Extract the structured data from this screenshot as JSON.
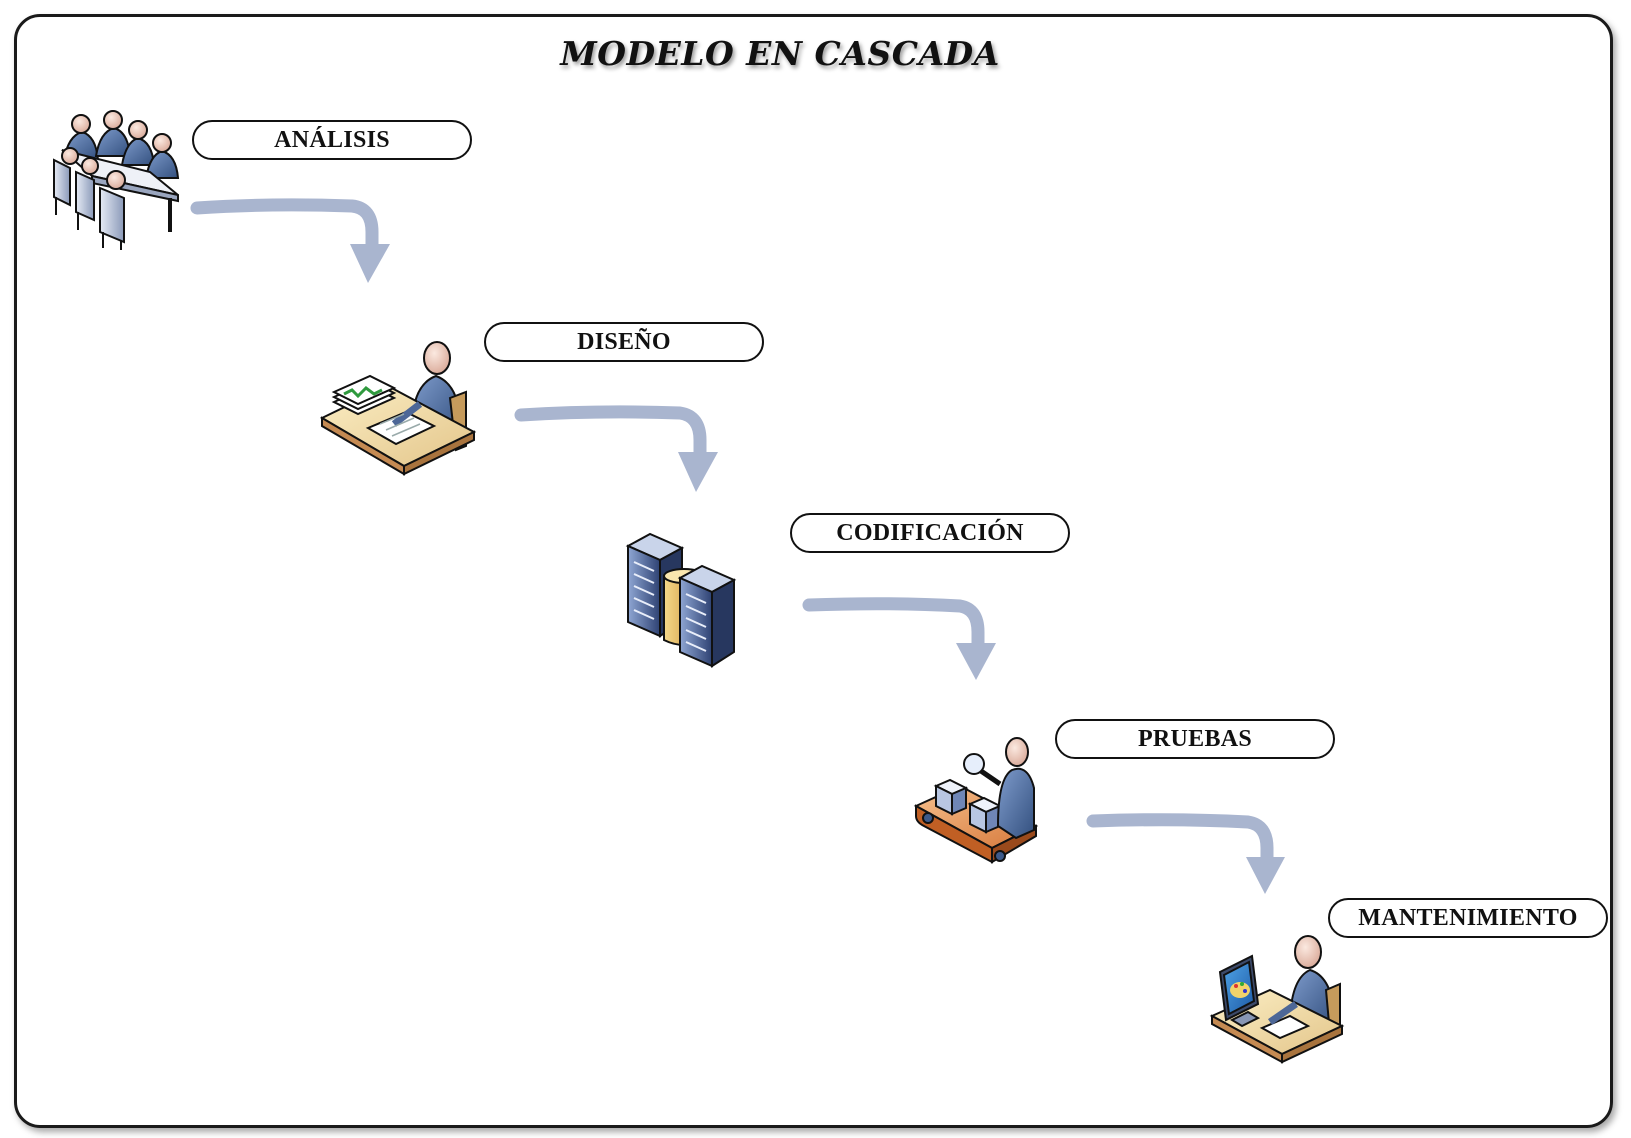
{
  "title": "MODELO EN CASCADA",
  "stages": [
    {
      "label": "ANÁLISIS",
      "icon": "meeting-table-icon"
    },
    {
      "label": "DISEÑO",
      "icon": "designer-desk-icon"
    },
    {
      "label": "CODIFICACIÓN",
      "icon": "server-rack-icon"
    },
    {
      "label": "PRUEBAS",
      "icon": "tester-conveyor-icon"
    },
    {
      "label": "MANTENIMIENTO",
      "icon": "maintenance-workstation-icon"
    }
  ],
  "colors": {
    "arrow": "#a9b5cf",
    "label_border": "#111111",
    "frame": "#1a1a1a"
  }
}
